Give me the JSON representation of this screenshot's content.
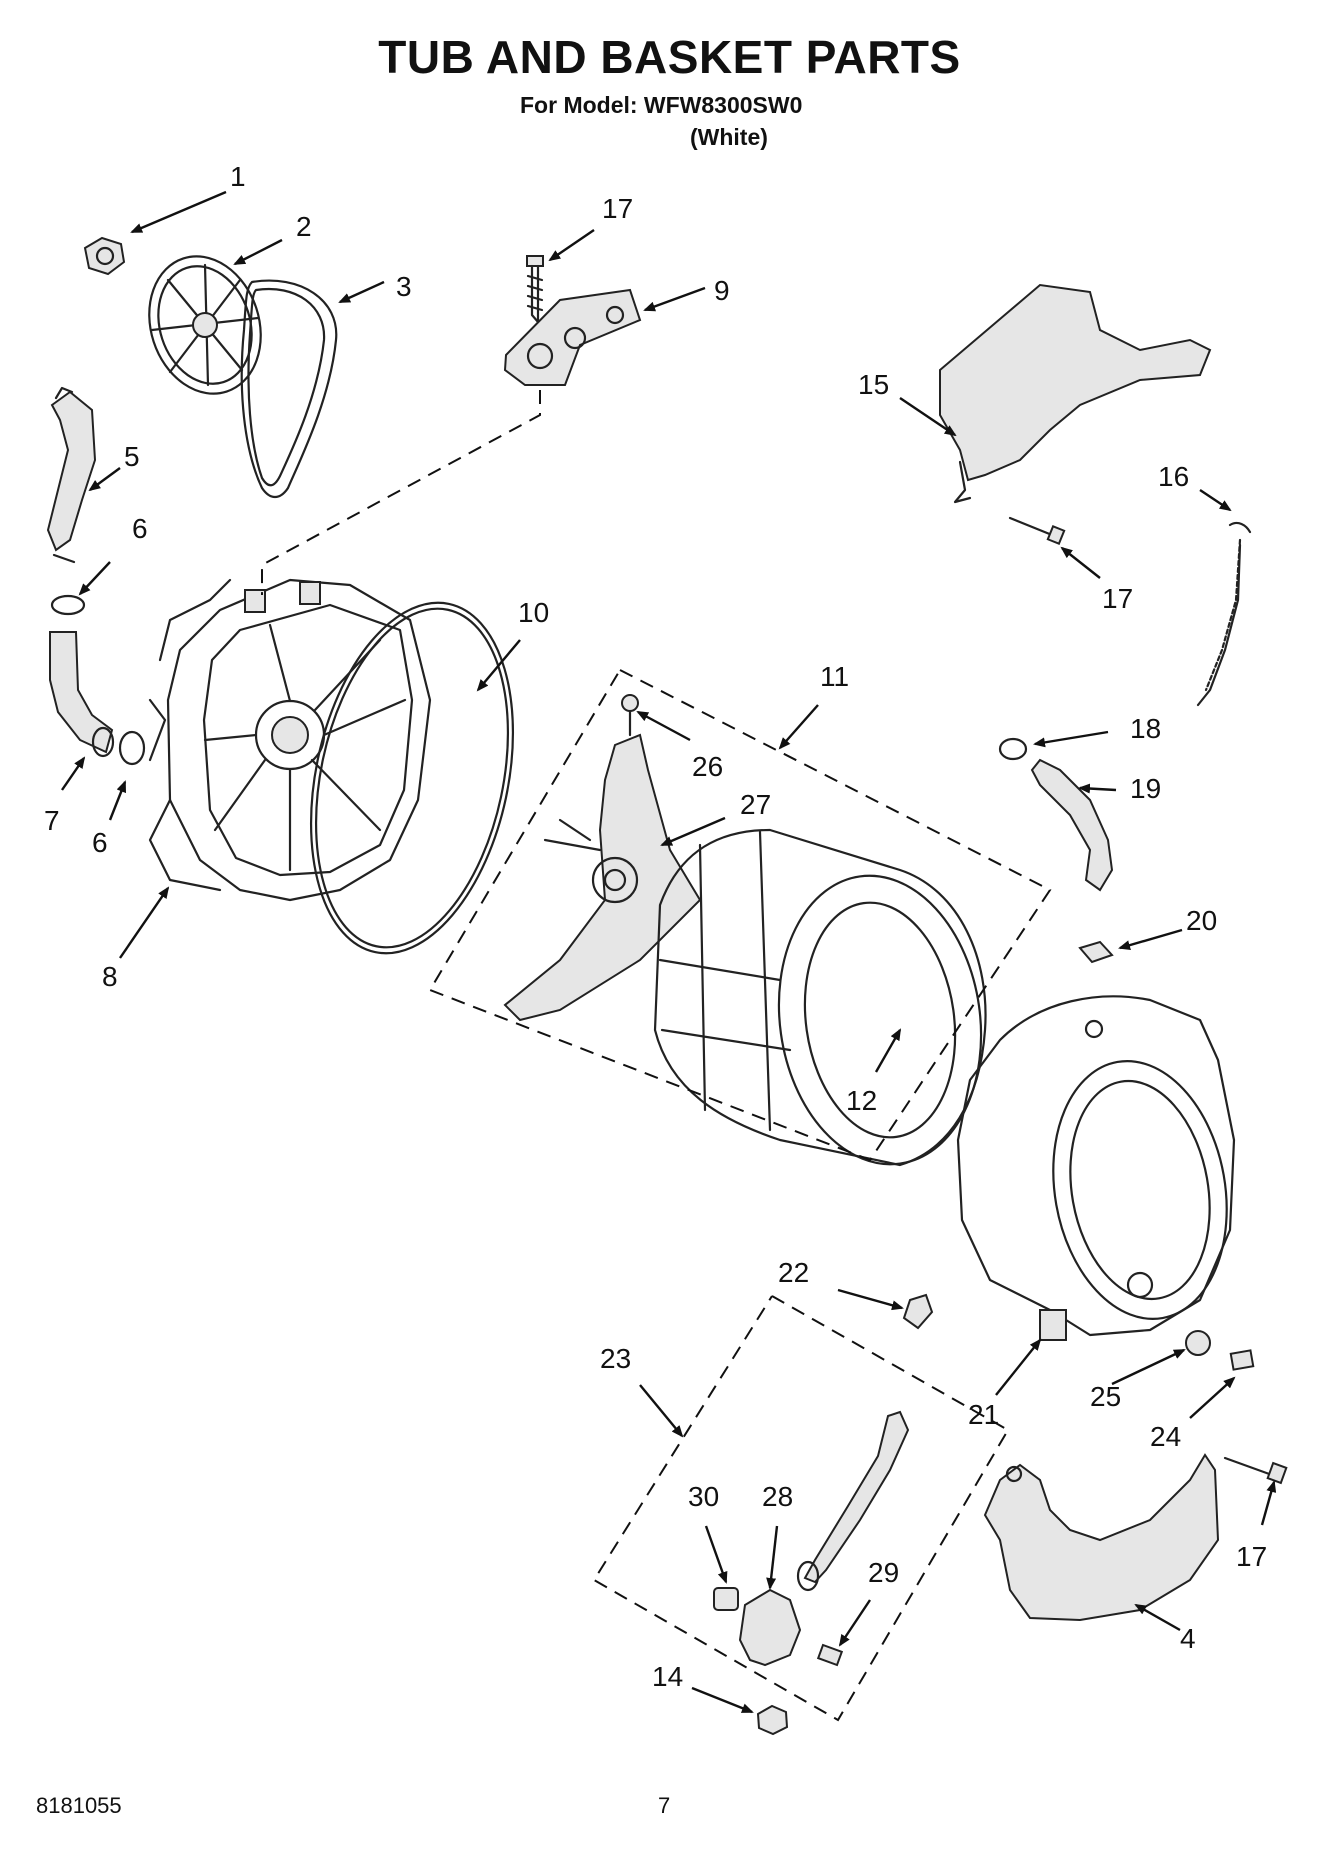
{
  "header": {
    "title": "TUB AND BASKET PARTS",
    "model_line": "For Model: WFW8300SW0",
    "variant": "(White)"
  },
  "footer": {
    "doc_number": "8181055",
    "page_number": "7"
  },
  "callouts": [
    "1",
    "2",
    "3",
    "17",
    "9",
    "5",
    "6",
    "15",
    "16",
    "17",
    "10",
    "11",
    "26",
    "27",
    "7",
    "6",
    "18",
    "19",
    "8",
    "20",
    "12",
    "22",
    "23",
    "21",
    "25",
    "24",
    "30",
    "28",
    "29",
    "17",
    "4",
    "14"
  ]
}
